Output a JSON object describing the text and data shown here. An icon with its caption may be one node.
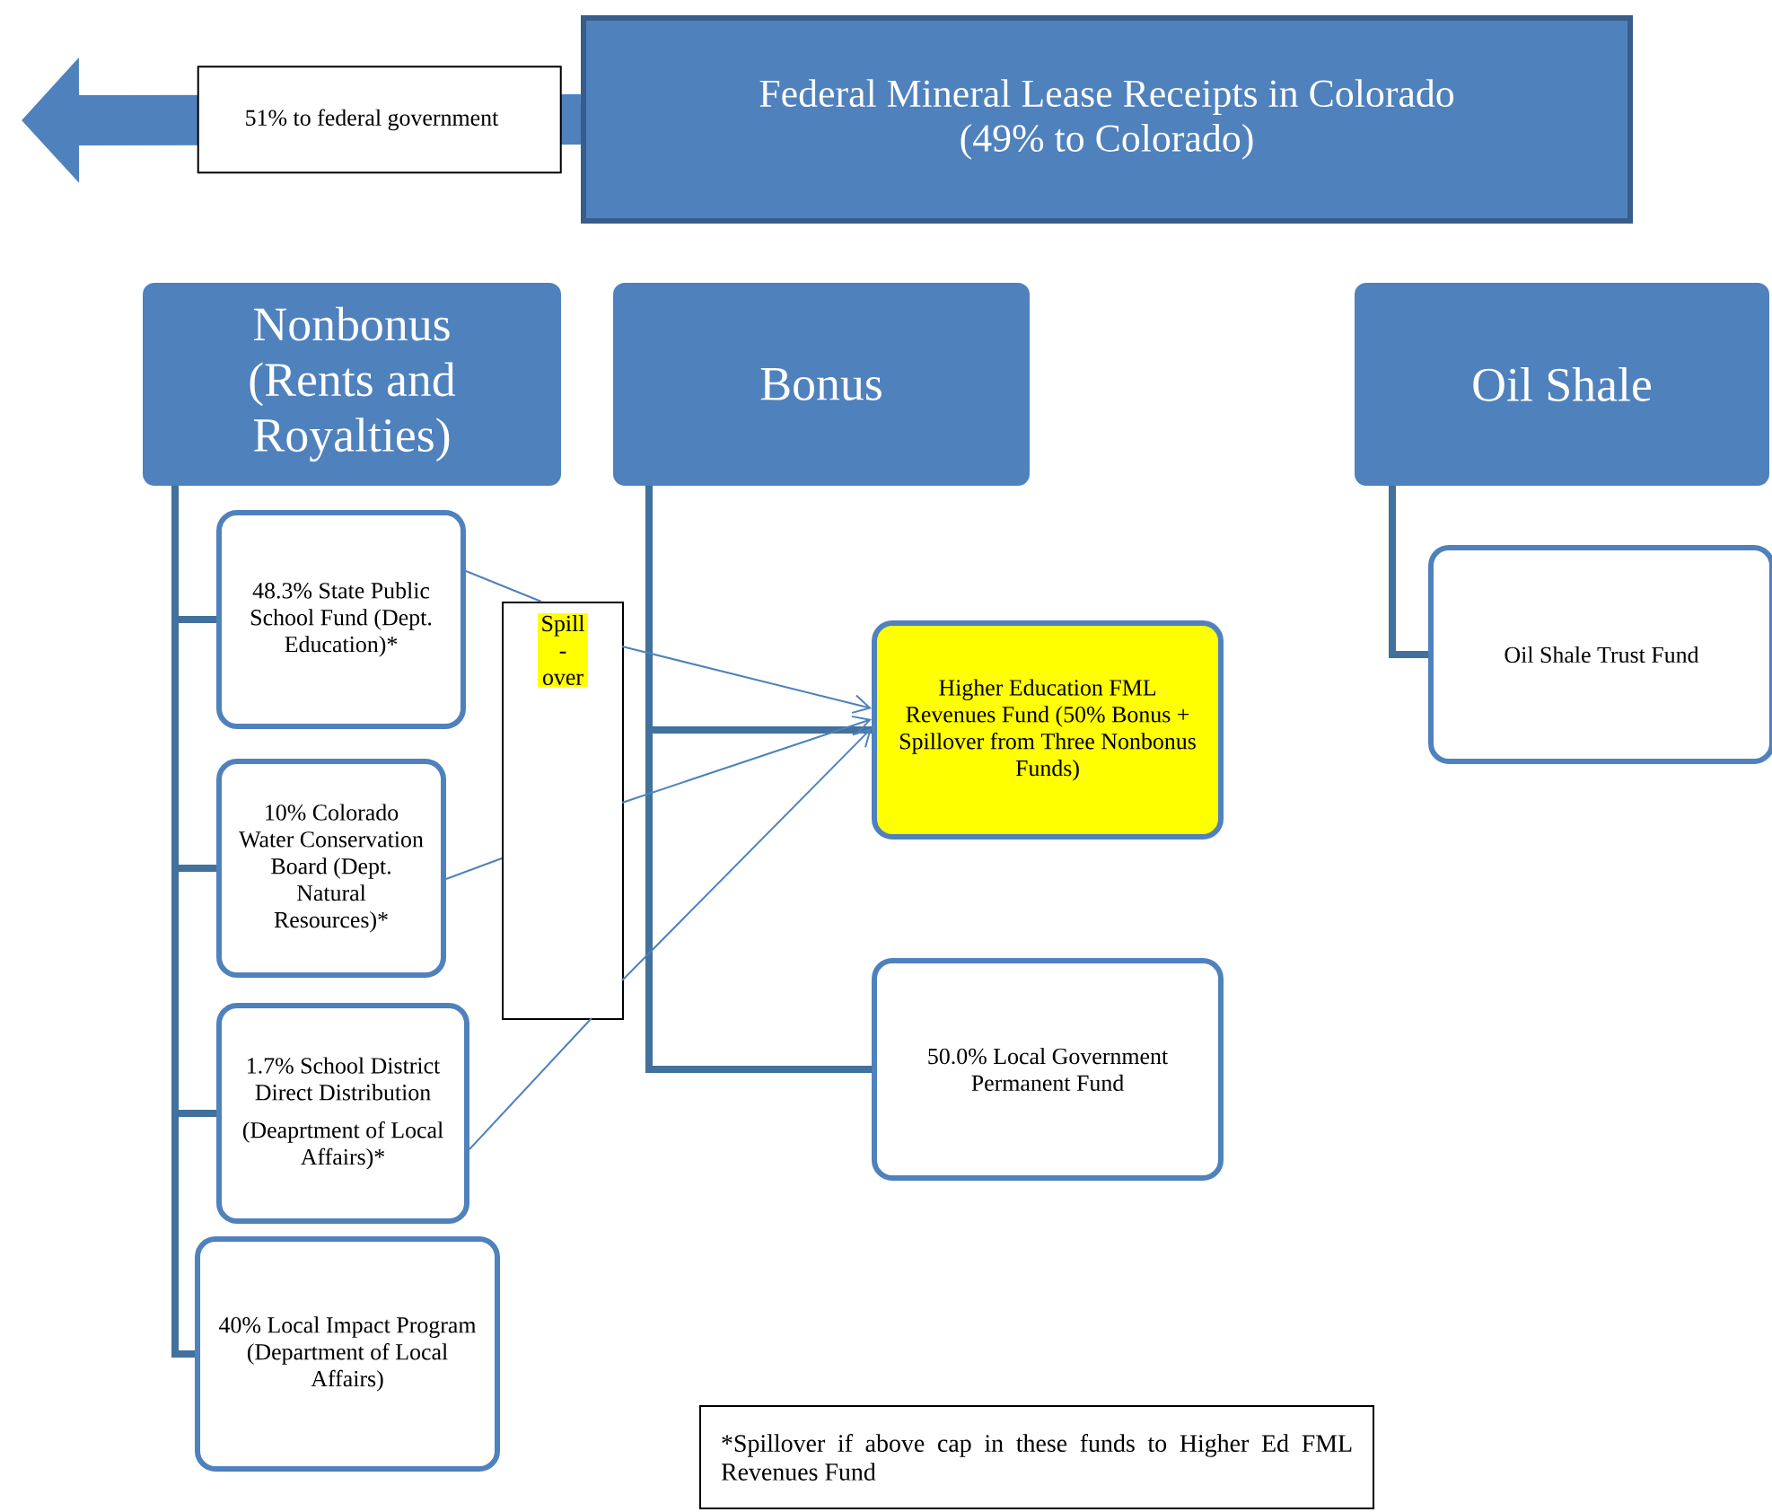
{
  "diagram": {
    "nodes": [
      {
        "text": [
          "Federal Mineral Lease Receipts in Colorado (49% to Colorado)"
        ]
      },
      {
        "text": [
          "Nonbonus (Rents and Royalties)"
        ]
      },
      {
        "text": [
          "Bonus"
        ]
      },
      {
        "text": [
          "Oil Shale"
        ]
      },
      {
        "text": [
          "48.3% State Public School Fund (Dept. Education)*"
        ]
      },
      {
        "text": [
          "10% Colorado Water Conservation Board (Dept. Natural Resources)*"
        ]
      },
      {
        "text": [
          "1.7% School District Direct Distribution",
          "(Deaprtment of Local Affairs)*"
        ]
      },
      {
        "text": [
          "40% Local Impact Program (Department of Local Affairs)"
        ]
      },
      {
        "text": [
          "Spill - over"
        ]
      },
      {
        "text": [
          "Higher Education FML Revenues Fund (50% Bonus + Spillover from Three Nonbonus Funds)"
        ]
      },
      {
        "text": [
          "50.0% Local Government Permanent Fund"
        ]
      },
      {
        "text": [
          "Oil Shale Trust Fund"
        ]
      },
      {
        "text": [
          "*Spillover if above cap in these funds to Higher Ed FML Revenues Fund"
        ]
      }
    ],
    "edges": [
      {
        "from": 0,
        "to": null,
        "arrow": "to",
        "label": "51% to federal government",
        "style": "thick"
      },
      {
        "from": 1,
        "to": 4,
        "arrow": "none"
      },
      {
        "from": 1,
        "to": 5,
        "arrow": "none"
      },
      {
        "from": 1,
        "to": 6,
        "arrow": "none"
      },
      {
        "from": 1,
        "to": 7,
        "arrow": "none"
      },
      {
        "from": 2,
        "to": 9,
        "arrow": "none"
      },
      {
        "from": 2,
        "to": 10,
        "arrow": "none"
      },
      {
        "from": 3,
        "to": 11,
        "arrow": "none"
      },
      {
        "from": 4,
        "to": 8,
        "arrow": "none",
        "color": "#4f81bd"
      },
      {
        "from": 5,
        "to": 8,
        "arrow": "none",
        "color": "#4f81bd"
      },
      {
        "from": 6,
        "to": 8,
        "arrow": "none",
        "color": "#4f81bd"
      },
      {
        "from": 8,
        "to": 9,
        "arrow": "to",
        "color": "#4f81bd"
      },
      {
        "from": 8,
        "to": 9,
        "arrow": "to",
        "color": "#4f81bd"
      },
      {
        "from": 8,
        "to": 9,
        "arrow": "to",
        "color": "#4f81bd"
      }
    ]
  }
}
